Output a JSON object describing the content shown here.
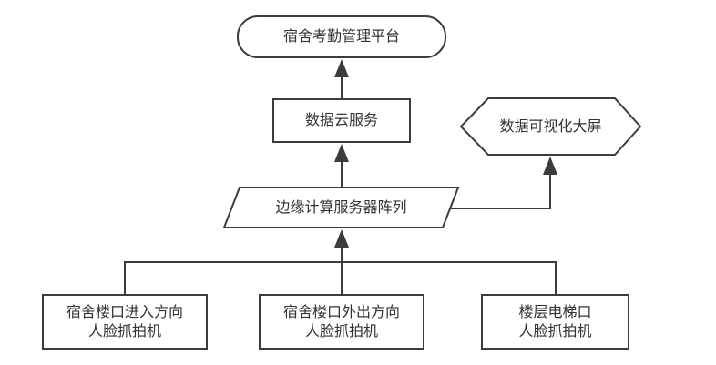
{
  "colors": {
    "stroke": "#3c3c3c",
    "text": "#333333",
    "background": "#ffffff",
    "fill": "#ffffff"
  },
  "diagram": {
    "nodes": {
      "platform": {
        "label": "宿舍考勤管理平台",
        "shape": "stadium"
      },
      "cloud_service": {
        "label": "数据云服务",
        "shape": "rectangle"
      },
      "visualization_screen": {
        "label": "数据可视化大屏",
        "shape": "hexagon"
      },
      "edge_servers": {
        "label": "边缘计算服务器阵列",
        "shape": "parallelogram"
      },
      "camera_entry": {
        "label": "宿舍楼口进入方向\n人脸抓拍机",
        "shape": "rectangle"
      },
      "camera_exit": {
        "label": "宿舍楼口外出方向\n人脸抓拍机",
        "shape": "rectangle"
      },
      "camera_elevator": {
        "label": "楼层电梯口\n人脸抓拍机",
        "shape": "rectangle"
      }
    },
    "edges": [
      {
        "from": "cloud_service",
        "to": "platform",
        "style": "arrow-up"
      },
      {
        "from": "edge_servers",
        "to": "cloud_service",
        "style": "arrow-up"
      },
      {
        "from": "edge_servers",
        "to": "visualization_screen",
        "style": "elbow-right-up"
      },
      {
        "from": "camera_entry",
        "to": "edge_servers",
        "style": "merge-up"
      },
      {
        "from": "camera_exit",
        "to": "edge_servers",
        "style": "merge-up"
      },
      {
        "from": "camera_elevator",
        "to": "edge_servers",
        "style": "merge-up"
      }
    ]
  }
}
